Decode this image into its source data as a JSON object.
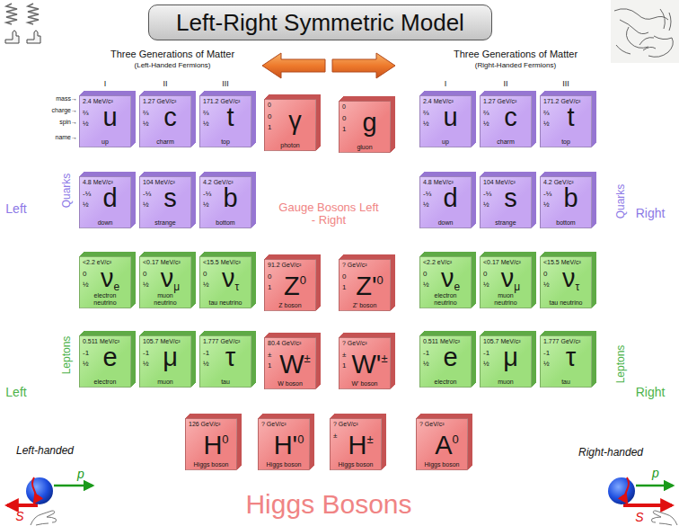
{
  "diagram": {
    "title": "Left-Right Symmetric Model",
    "nodes": [
      {
        "text": [
          "2.4 MeV/c²",
          "⅔",
          "½",
          "u",
          "up"
        ]
      },
      {
        "text": [
          "1.27 GeV/c²",
          "⅔",
          "½",
          "c",
          "charm"
        ]
      },
      {
        "text": [
          "171.2 GeV/c²",
          "⅔",
          "½",
          "t",
          "top"
        ]
      },
      {
        "text": [
          "0",
          "0",
          "1",
          "γ",
          "photon"
        ]
      },
      {
        "text": [
          "0",
          "0",
          "1",
          "g",
          "gluon"
        ]
      },
      {
        "text": [
          "2.4 MeV/c²",
          "⅔",
          "½",
          "u",
          "up"
        ]
      },
      {
        "text": [
          "1.27 GeV/c²",
          "⅔",
          "½",
          "c",
          "charm"
        ]
      },
      {
        "text": [
          "171.2 GeV/c²",
          "⅔",
          "½",
          "t",
          "top"
        ]
      },
      {
        "text": [
          "4.8 MeV/c²",
          "-⅓",
          "½",
          "d",
          "down"
        ]
      },
      {
        "text": [
          "104 MeV/c²",
          "-⅓",
          "½",
          "s",
          "strange"
        ]
      },
      {
        "text": [
          "4.2 GeV/c²",
          "-⅓",
          "½",
          "b",
          "bottom"
        ]
      },
      {
        "text": [
          "4.8 MeV/c²",
          "-⅓",
          "½",
          "d",
          "down"
        ]
      },
      {
        "text": [
          "104 MeV/c²",
          "-⅓",
          "½",
          "s",
          "strange"
        ]
      },
      {
        "text": [
          "4.2 GeV/c²",
          "-⅓",
          "½",
          "b",
          "bottom"
        ]
      },
      {
        "text": [
          "<2.2 eV/c²",
          "0",
          "½",
          "ν",
          "e",
          "electron neutrino"
        ]
      },
      {
        "text": [
          "<0.17 MeV/c²",
          "0",
          "½",
          "ν",
          "μ",
          "muon neutrino"
        ]
      },
      {
        "text": [
          "<15.5 MeV/c²",
          "0",
          "½",
          "ν",
          "τ",
          "tau neutrino"
        ]
      },
      {
        "text": [
          "91.2 GeV/c²",
          "0",
          "1",
          "Z",
          "0",
          "Z boson"
        ]
      },
      {
        "text": [
          "? GeV/c²",
          "0",
          "1",
          "Z'",
          "0",
          "Z' boson"
        ]
      },
      {
        "text": [
          "<2.2 eV/c²",
          "0",
          "½",
          "ν",
          "e",
          "electron neutrino"
        ]
      },
      {
        "text": [
          "<0.17 MeV/c²",
          "0",
          "½",
          "ν",
          "μ",
          "muon neutrino"
        ]
      },
      {
        "text": [
          "<15.5 MeV/c²",
          "0",
          "½",
          "ν",
          "τ",
          "tau neutrino"
        ]
      },
      {
        "text": [
          "0.511 MeV/c²",
          "-1",
          "½",
          "e",
          "electron"
        ]
      },
      {
        "text": [
          "105.7 MeV/c²",
          "-1",
          "½",
          "μ",
          "muon"
        ]
      },
      {
        "text": [
          "1.777 GeV/c²",
          "-1",
          "½",
          "τ",
          "tau"
        ]
      },
      {
        "text": [
          "80.4 GeV/c²",
          "±",
          "1",
          "W",
          "±",
          "W boson"
        ]
      },
      {
        "text": [
          "? GeV/c²",
          "±",
          "1",
          "W'",
          "±",
          "W' boson"
        ]
      },
      {
        "text": [
          "0.511 MeV/c²",
          "-1",
          "½",
          "e",
          "electron"
        ]
      },
      {
        "text": [
          "105.7 MeV/c²",
          "-1",
          "½",
          "μ",
          "muon"
        ]
      },
      {
        "text": [
          "1.777 GeV/c²",
          "-1",
          "½",
          "τ",
          "tau"
        ]
      },
      {
        "text": [
          "126 GeV/c²",
          "H",
          "0",
          "Higgs boson"
        ]
      },
      {
        "text": [
          "? GeV/c²",
          "H'",
          "0",
          "Higgs boson"
        ]
      },
      {
        "text": [
          "? GeV/c²",
          "±",
          "H",
          "±",
          "Higgs boson"
        ]
      },
      {
        "text": [
          "? GeV/c²",
          "A",
          "0",
          "Higgs boson"
        ]
      }
    ],
    "labels": [
      "Three Generations of Matter",
      "(Left-Handed Fermions)",
      "Three Generations of Matter",
      "(Right-Handed Fermions)",
      "I",
      "II",
      "III",
      "I",
      "II",
      "III",
      "mass→",
      "charge→",
      "spin→",
      "name→",
      "Left",
      "Quarks",
      "Quarks",
      "Right",
      "Leptons",
      "Left",
      "Leptons",
      "Right",
      "Gauge Bosons Left - Right",
      "Higgs Bosons",
      "Left-handed",
      "p",
      "S",
      "Right-handed",
      "p",
      "S"
    ]
  }
}
